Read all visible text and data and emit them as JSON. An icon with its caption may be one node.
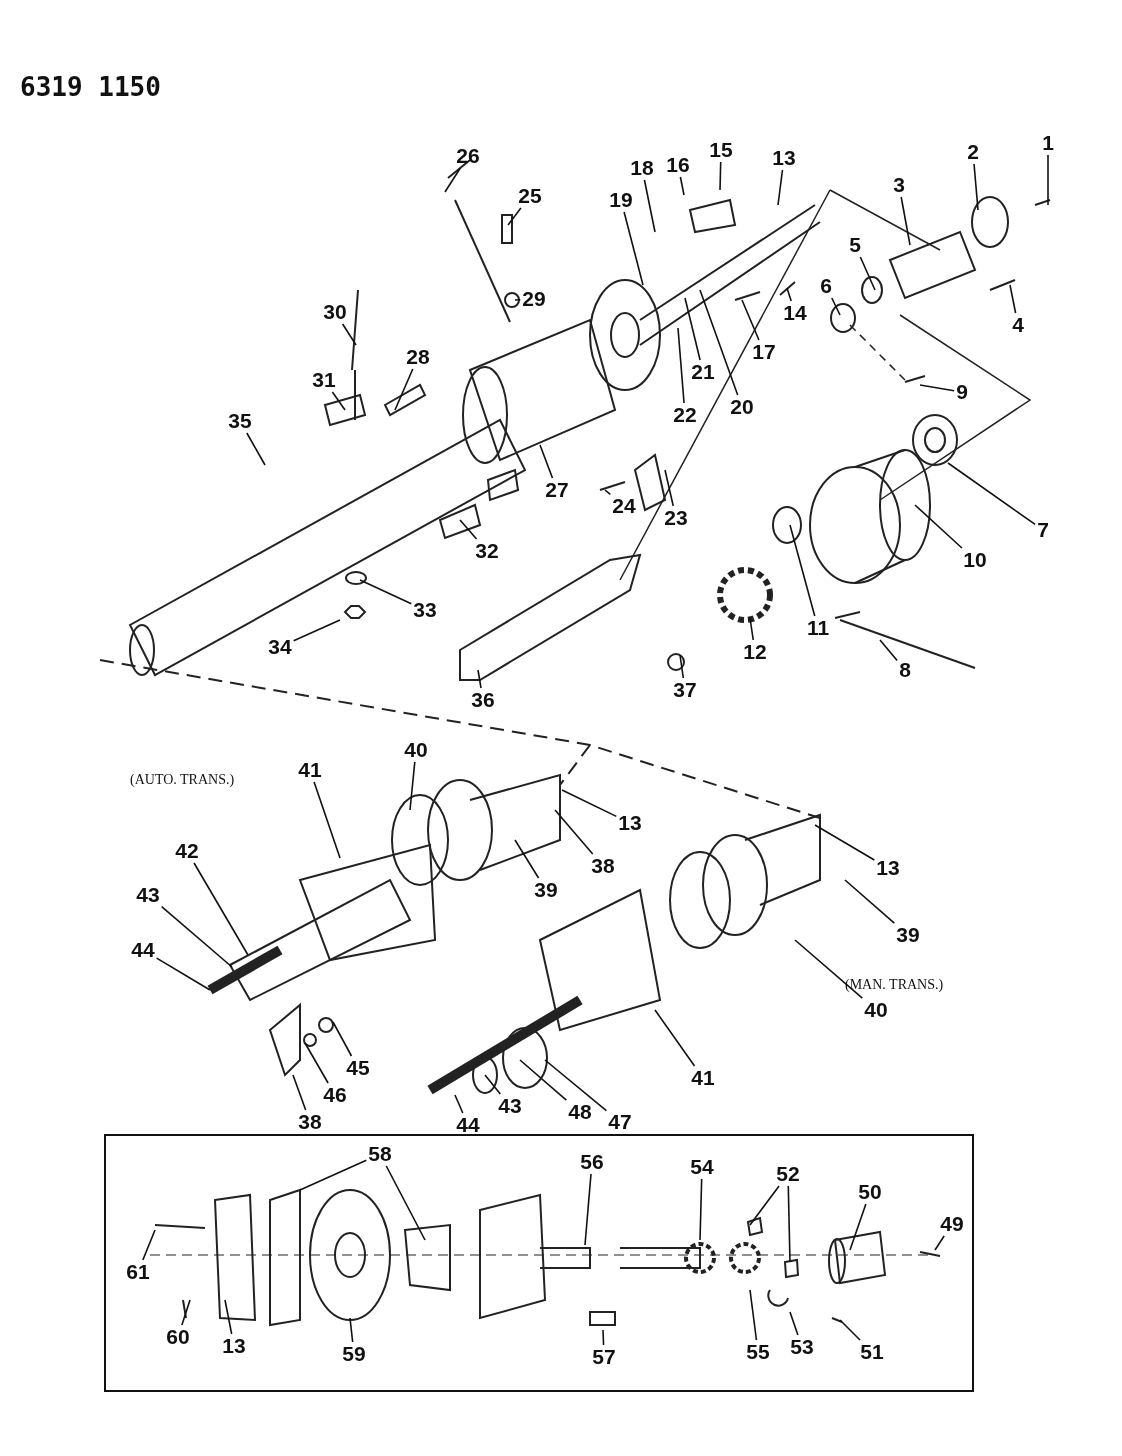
{
  "diagram": {
    "nodes": [
      {
        "text": [
          "26"
        ]
      },
      {
        "text": [
          "25"
        ]
      },
      {
        "text": [
          "16"
        ]
      },
      {
        "text": [
          "18"
        ]
      },
      {
        "text": [
          "15"
        ]
      },
      {
        "text": [
          "13"
        ]
      },
      {
        "text": [
          "19"
        ]
      },
      {
        "text": [
          "1"
        ]
      },
      {
        "text": [
          "2"
        ]
      },
      {
        "text": [
          "3"
        ]
      },
      {
        "text": [
          "5"
        ]
      },
      {
        "text": [
          "6"
        ]
      },
      {
        "text": [
          "4"
        ]
      },
      {
        "text": [
          "14"
        ]
      },
      {
        "text": [
          "17"
        ]
      },
      {
        "text": [
          "9"
        ]
      },
      {
        "text": [
          "30"
        ]
      },
      {
        "text": [
          "29"
        ]
      },
      {
        "text": [
          "28"
        ]
      },
      {
        "text": [
          "31"
        ]
      },
      {
        "text": [
          "35"
        ]
      },
      {
        "text": [
          "21"
        ]
      },
      {
        "text": [
          "20"
        ]
      },
      {
        "text": [
          "22"
        ]
      },
      {
        "text": [
          "27"
        ]
      },
      {
        "text": [
          "24"
        ]
      },
      {
        "text": [
          "23"
        ]
      },
      {
        "text": [
          "7"
        ]
      },
      {
        "text": [
          "10"
        ]
      },
      {
        "text": [
          "11"
        ]
      },
      {
        "text": [
          "12"
        ]
      },
      {
        "text": [
          "8"
        ]
      },
      {
        "text": [
          "32"
        ]
      },
      {
        "text": [
          "33"
        ]
      },
      {
        "text": [
          "34"
        ]
      },
      {
        "text": [
          "36"
        ]
      },
      {
        "text": [
          "37"
        ]
      },
      {
        "text": [
          "41"
        ]
      },
      {
        "text": [
          "40"
        ]
      },
      {
        "text": [
          "42"
        ]
      },
      {
        "text": [
          "43"
        ]
      },
      {
        "text": [
          "44"
        ]
      },
      {
        "text": [
          "13"
        ]
      },
      {
        "text": [
          "38"
        ]
      },
      {
        "text": [
          "39"
        ]
      },
      {
        "text": [
          "13"
        ]
      },
      {
        "text": [
          "39"
        ]
      },
      {
        "text": [
          "40"
        ]
      },
      {
        "text": [
          "41"
        ]
      },
      {
        "text": [
          "45"
        ]
      },
      {
        "text": [
          "46"
        ]
      },
      {
        "text": [
          "38"
        ]
      },
      {
        "text": [
          "48"
        ]
      },
      {
        "text": [
          "47"
        ]
      },
      {
        "text": [
          "43"
        ]
      },
      {
        "text": [
          "44"
        ]
      },
      {
        "text": [],
        "shape": "box"
      },
      {
        "text": [
          "58"
        ],
        "in": 56
      },
      {
        "text": [
          "56"
        ],
        "in": 56
      },
      {
        "text": [
          "54"
        ],
        "in": 56
      },
      {
        "text": [
          "52"
        ],
        "in": 56
      },
      {
        "text": [
          "50"
        ],
        "in": 56
      },
      {
        "text": [
          "49"
        ],
        "in": 56
      },
      {
        "text": [
          "61"
        ],
        "in": 56
      },
      {
        "text": [
          "60"
        ],
        "in": 56
      },
      {
        "text": [
          "13"
        ],
        "in": 56
      },
      {
        "text": [
          "59"
        ],
        "in": 56
      },
      {
        "text": [
          "57"
        ],
        "in": 56
      },
      {
        "text": [
          "55"
        ],
        "in": 56
      },
      {
        "text": [
          "53"
        ],
        "in": 56
      },
      {
        "text": [
          "51"
        ],
        "in": 56
      }
    ],
    "edges": [
      {
        "from": 0,
        "to": null,
        "arrow": "none"
      },
      {
        "from": 1,
        "to": null,
        "arrow": "none"
      },
      {
        "from": 2,
        "to": null,
        "arrow": "none"
      },
      {
        "from": 3,
        "to": null,
        "arrow": "none"
      },
      {
        "from": 4,
        "to": null,
        "arrow": "none"
      },
      {
        "from": 5,
        "to": null,
        "arrow": "none"
      },
      {
        "from": 6,
        "to": null,
        "arrow": "none"
      },
      {
        "from": 7,
        "to": null,
        "arrow": "none"
      },
      {
        "from": 8,
        "to": null,
        "arrow": "none"
      },
      {
        "from": 9,
        "to": null,
        "arrow": "none"
      },
      {
        "from": 10,
        "to": null,
        "arrow": "none"
      },
      {
        "from": 11,
        "to": null,
        "arrow": "none"
      },
      {
        "from": 12,
        "to": null,
        "arrow": "none"
      },
      {
        "from": 13,
        "to": null,
        "arrow": "none"
      },
      {
        "from": 14,
        "to": null,
        "arrow": "none"
      },
      {
        "from": 15,
        "to": null,
        "arrow": "none"
      },
      {
        "from": 16,
        "to": null,
        "arrow": "none"
      },
      {
        "from": 17,
        "to": null,
        "arrow": "none"
      },
      {
        "from": 18,
        "to": null,
        "arrow": "none"
      },
      {
        "from": 19,
        "to": null,
        "arrow": "none"
      },
      {
        "from": 20,
        "to": null,
        "arrow": "none"
      },
      {
        "from": 21,
        "to": null,
        "arrow": "none"
      },
      {
        "from": 22,
        "to": null,
        "arrow": "none"
      },
      {
        "from": 23,
        "to": null,
        "arrow": "none"
      },
      {
        "from": 24,
        "to": null,
        "arrow": "none"
      },
      {
        "from": 25,
        "to": null,
        "arrow": "none"
      },
      {
        "from": 26,
        "to": null,
        "arrow": "none"
      },
      {
        "from": 27,
        "to": null,
        "arrow": "none"
      },
      {
        "from": 28,
        "to": null,
        "arrow": "none"
      },
      {
        "from": 29,
        "to": null,
        "arrow": "none"
      },
      {
        "from": 30,
        "to": null,
        "arrow": "none"
      },
      {
        "from": 31,
        "to": null,
        "arrow": "none"
      },
      {
        "from": 32,
        "to": null,
        "arrow": "none"
      },
      {
        "from": 33,
        "to": null,
        "arrow": "none"
      },
      {
        "from": 34,
        "to": null,
        "arrow": "none"
      },
      {
        "from": 35,
        "to": null,
        "arrow": "none"
      },
      {
        "from": 36,
        "to": null,
        "arrow": "none"
      },
      {
        "from": 37,
        "to": null,
        "arrow": "none"
      },
      {
        "from": 38,
        "to": null,
        "arrow": "none"
      },
      {
        "from": 39,
        "to": null,
        "arrow": "none"
      },
      {
        "from": 40,
        "to": null,
        "arrow": "none"
      },
      {
        "from": 41,
        "to": null,
        "arrow": "none"
      },
      {
        "from": 42,
        "to": null,
        "arrow": "none"
      },
      {
        "from": 43,
        "to": null,
        "arrow": "none"
      },
      {
        "from": 44,
        "to": null,
        "arrow": "none"
      },
      {
        "from": 45,
        "to": null,
        "arrow": "none"
      },
      {
        "from": 46,
        "to": null,
        "arrow": "none"
      },
      {
        "from": 47,
        "to": null,
        "arrow": "none"
      },
      {
        "from": 48,
        "to": null,
        "arrow": "none"
      },
      {
        "from": 49,
        "to": null,
        "arrow": "none"
      },
      {
        "from": 50,
        "to": null,
        "arrow": "none"
      },
      {
        "from": 51,
        "to": null,
        "arrow": "none"
      },
      {
        "from": 52,
        "to": null,
        "arrow": "none"
      },
      {
        "from": 53,
        "to": null,
        "arrow": "none"
      },
      {
        "from": 54,
        "to": null,
        "arrow": "none"
      },
      {
        "from": 55,
        "to": null,
        "arrow": "none"
      },
      {
        "from": 57,
        "to": null,
        "arrow": "none"
      },
      {
        "from": 57,
        "to": null,
        "arrow": "none"
      },
      {
        "from": 58,
        "to": null,
        "arrow": "none"
      },
      {
        "from": 59,
        "to": null,
        "arrow": "none"
      },
      {
        "from": 60,
        "to": null,
        "arrow": "none"
      },
      {
        "from": 60,
        "to": null,
        "arrow": "none"
      },
      {
        "from": 61,
        "to": null,
        "arrow": "none"
      },
      {
        "from": 62,
        "to": null,
        "arrow": "none"
      },
      {
        "from": 63,
        "to": null,
        "arrow": "none"
      },
      {
        "from": 64,
        "to": null,
        "arrow": "none"
      },
      {
        "from": 65,
        "to": null,
        "arrow": "none"
      },
      {
        "from": 66,
        "to": null,
        "arrow": "none"
      },
      {
        "from": 67,
        "to": null,
        "arrow": "none"
      },
      {
        "from": 68,
        "to": null,
        "arrow": "none"
      },
      {
        "from": 69,
        "to": null,
        "arrow": "none"
      },
      {
        "from": 70,
        "to": null,
        "arrow": "none"
      }
    ],
    "labels": [
      "6319 1150",
      "(AUTO. TRANS.)",
      "(MAN. TRANS.)"
    ]
  }
}
